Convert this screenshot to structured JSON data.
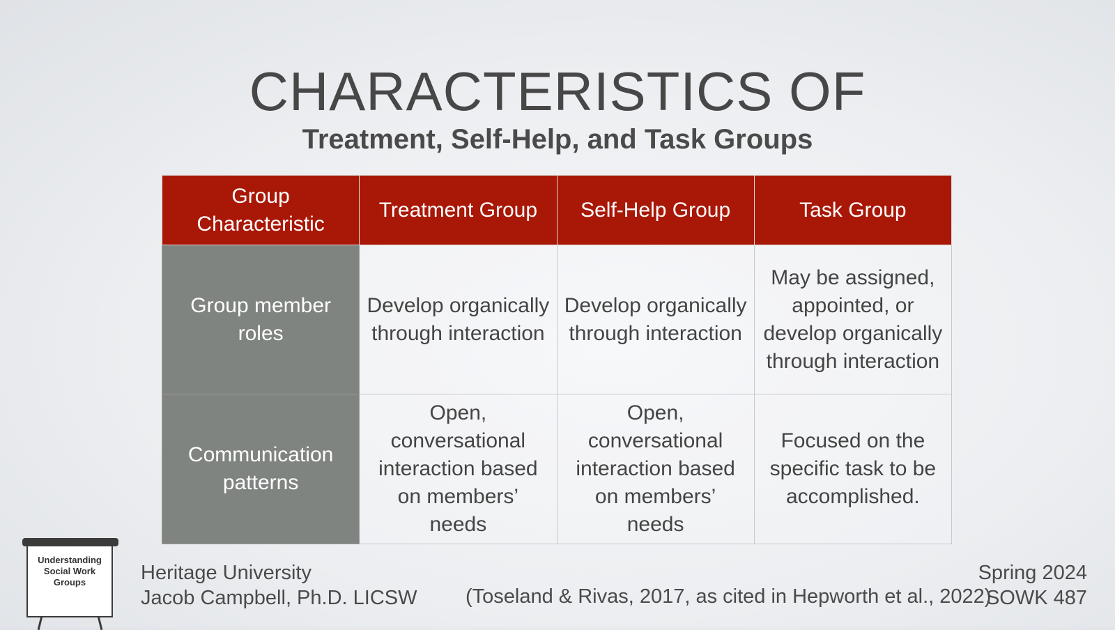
{
  "slide": {
    "title": "CHARACTERISTICS OF",
    "subtitle": "Treatment, Self-Help, and Task Groups"
  },
  "table": {
    "headers": [
      "Group Characteristic",
      "Treatment Group",
      "Self-Help Group",
      "Task Group"
    ],
    "rows": [
      {
        "label": "Group member roles",
        "cells": [
          "Develop organically through interaction",
          "Develop organically through interaction",
          "May be assigned, appointed, or develop organically through interaction"
        ]
      },
      {
        "label": "Communication patterns",
        "cells": [
          "Open, conversational interaction based on members’ needs",
          "Open, conversational interaction based on members’ needs",
          "Focused on the specific task to be accomplished."
        ]
      }
    ]
  },
  "footer": {
    "logo_text": "Understanding Social Work Groups",
    "institution": "Heritage University",
    "author": "Jacob Campbell, Ph.D. LICSW",
    "citation": "(Toseland & Rivas, 2017, as cited in Hepworth et al., 2022)",
    "term": "Spring 2024",
    "course": "SOWK 487"
  },
  "colors": {
    "header_bg": "#a91707",
    "rowhead_bg": "#7f8480",
    "title_text": "#474747"
  }
}
